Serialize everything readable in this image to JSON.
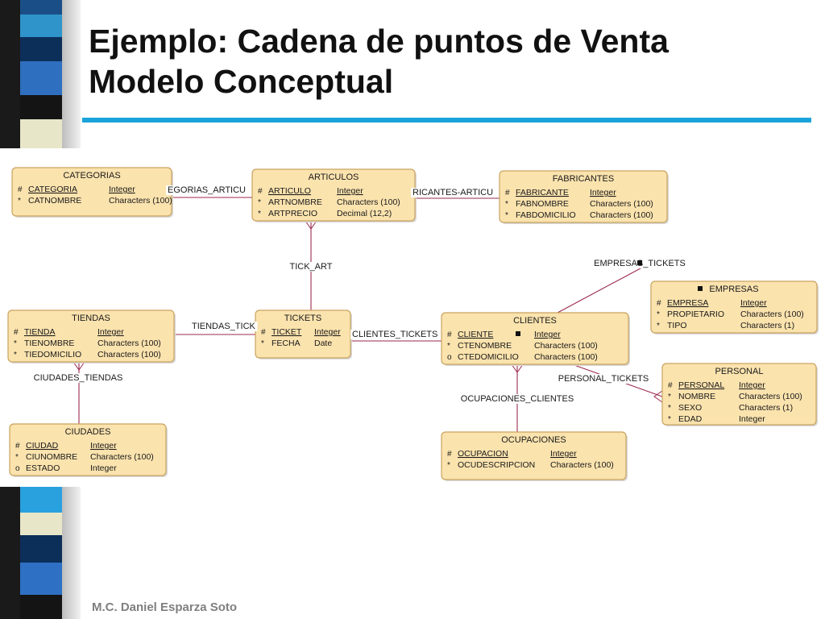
{
  "slide": {
    "title_line1": "Ejemplo: Cadena de puntos de Venta",
    "title_line2": "Modelo Conceptual",
    "footer": "M.C. Daniel Esparza Soto"
  },
  "colors": {
    "entity_fill": "#fbe3ae",
    "entity_border": "#c9a35e",
    "relation_line": "#9a2a4d",
    "accent_rule": "#1aa3da"
  },
  "entities": [
    {
      "id": "categorias",
      "name": "CATEGORIAS",
      "attributes": [
        {
          "marker": "#",
          "name": "CATEGORIA",
          "type": "Integer",
          "key": true
        },
        {
          "marker": "*",
          "name": "CATNOMBRE",
          "type": "Characters (100)",
          "key": false
        }
      ]
    },
    {
      "id": "articulos",
      "name": "ARTICULOS",
      "attributes": [
        {
          "marker": "#",
          "name": "ARTICULO",
          "type": "Integer",
          "key": true
        },
        {
          "marker": "*",
          "name": "ARTNOMBRE",
          "type": "Characters (100)",
          "key": false
        },
        {
          "marker": "*",
          "name": "ARTPRECIO",
          "type": "Decimal (12,2)",
          "key": false
        }
      ]
    },
    {
      "id": "fabricantes",
      "name": "FABRICANTES",
      "attributes": [
        {
          "marker": "#",
          "name": "FABRICANTE",
          "type": "Integer",
          "key": true
        },
        {
          "marker": "*",
          "name": "FABNOMBRE",
          "type": "Characters (100)",
          "key": false
        },
        {
          "marker": "*",
          "name": "FABDOMICILIO",
          "type": "Characters (100)",
          "key": false
        }
      ]
    },
    {
      "id": "empresas",
      "name": "EMPRESAS",
      "attributes": [
        {
          "marker": "#",
          "name": "EMPRESA",
          "type": "Integer",
          "key": true
        },
        {
          "marker": "*",
          "name": "PROPIETARIO",
          "type": "Characters (100)",
          "key": false
        },
        {
          "marker": "*",
          "name": "TIPO",
          "type": "Characters (1)",
          "key": false
        }
      ]
    },
    {
      "id": "tiendas",
      "name": "TIENDAS",
      "attributes": [
        {
          "marker": "#",
          "name": "TIENDA",
          "type": "Integer",
          "key": true
        },
        {
          "marker": "*",
          "name": "TIENOMBRE",
          "type": "Characters (100)",
          "key": false
        },
        {
          "marker": "*",
          "name": "TIEDOMICILIO",
          "type": "Characters (100)",
          "key": false
        }
      ]
    },
    {
      "id": "tickets",
      "name": "TICKETS",
      "attributes": [
        {
          "marker": "#",
          "name": "TICKET",
          "type": "Integer",
          "key": true
        },
        {
          "marker": "*",
          "name": "FECHA",
          "type": "Date",
          "key": false
        }
      ]
    },
    {
      "id": "clientes",
      "name": "CLIENTES",
      "attributes": [
        {
          "marker": "#",
          "name": "CLIENTE",
          "type": "Integer",
          "key": true
        },
        {
          "marker": "*",
          "name": "CTENOMBRE",
          "type": "Characters (100)",
          "key": false
        },
        {
          "marker": "o",
          "name": "CTEDOMICILIO",
          "type": "Characters (100)",
          "key": false
        }
      ]
    },
    {
      "id": "personal",
      "name": "PERSONAL",
      "attributes": [
        {
          "marker": "#",
          "name": "PERSONAL",
          "type": "Integer",
          "key": true
        },
        {
          "marker": "*",
          "name": "NOMBRE",
          "type": "Characters (100)",
          "key": false
        },
        {
          "marker": "*",
          "name": "SEXO",
          "type": "Characters (1)",
          "key": false
        },
        {
          "marker": "*",
          "name": "EDAD",
          "type": "Integer",
          "key": false
        }
      ]
    },
    {
      "id": "ciudades",
      "name": "CIUDADES",
      "attributes": [
        {
          "marker": "#",
          "name": "CIUDAD",
          "type": "Integer",
          "key": true
        },
        {
          "marker": "*",
          "name": "CIUNOMBRE",
          "type": "Characters (100)",
          "key": false
        },
        {
          "marker": "o",
          "name": "ESTADO",
          "type": "Integer",
          "key": false
        }
      ]
    },
    {
      "id": "ocupaciones",
      "name": "OCUPACIONES",
      "attributes": [
        {
          "marker": "#",
          "name": "OCUPACION",
          "type": "Integer",
          "key": true
        },
        {
          "marker": "*",
          "name": "OCUDESCRIPCION",
          "type": "Characters (100)",
          "key": false
        }
      ]
    }
  ],
  "relationships": [
    {
      "id": "cat-art",
      "label": "CATEGORIAS_ARTICULOS",
      "visible_label": "EGORIAS_ARTICU"
    },
    {
      "id": "fab-art",
      "label": "FABRICANTES-ARTICULOS",
      "visible_label": "RICANTES-ARTICU"
    },
    {
      "id": "tick-art",
      "label": "TICK_ART",
      "visible_label": "TICK_ART"
    },
    {
      "id": "tie-tick",
      "label": "TIENDAS_TICKETS",
      "visible_label": "TIENDAS_TICK"
    },
    {
      "id": "cli-tick",
      "label": "CLIENTES_TICKETS",
      "visible_label": "CLIENTES_TICKETS"
    },
    {
      "id": "emp-tick",
      "label": "EMPRESAS_TICKETS",
      "visible_label": "EMPRESAS_TICKETS"
    },
    {
      "id": "per-tick",
      "label": "PERSONAL_TICKETS",
      "visible_label": "PERSONAL_TICKETS"
    },
    {
      "id": "ocu-cli",
      "label": "OCUPACIONES_CLIENTES",
      "visible_label": "OCUPACIONES_CLIENTES"
    },
    {
      "id": "ciu-tie",
      "label": "CIUDADES_TIENDAS",
      "visible_label": "CIUDADES_TIENDAS"
    }
  ]
}
